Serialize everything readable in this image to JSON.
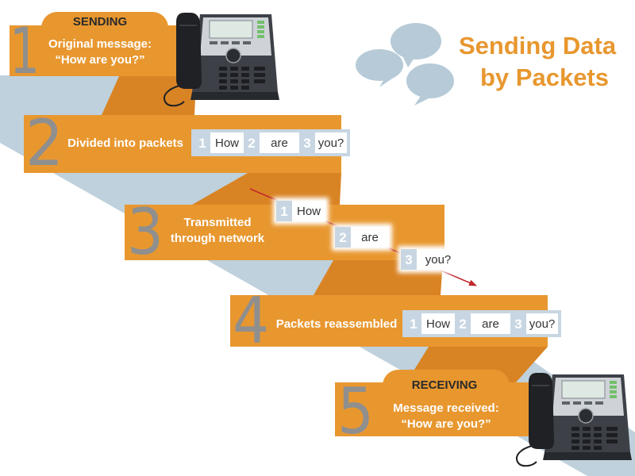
{
  "title": {
    "line1": "Sending Data",
    "line2": "by Packets"
  },
  "colors": {
    "orange": "#e8972f",
    "orange_dark": "#c67722",
    "band": "#bfd1dd",
    "packet_bg": "#c7d6e2",
    "arrow": "#c0272d",
    "cloud": "#b6cad7"
  },
  "steps": [
    {
      "number": "1",
      "tab": "SENDING",
      "lines": [
        "Original message:",
        "“How are you?”"
      ]
    },
    {
      "number": "2",
      "lines": [
        "Divided into packets"
      ]
    },
    {
      "number": "3",
      "lines": [
        "Transmitted",
        "through network"
      ]
    },
    {
      "number": "4",
      "lines": [
        "Packets reassembled"
      ]
    },
    {
      "number": "5",
      "tab": "RECEIVING",
      "lines": [
        "Message received:",
        "“How are you?”"
      ]
    }
  ],
  "packets": [
    {
      "number": "1",
      "word": "How"
    },
    {
      "number": "2",
      "word": "are"
    },
    {
      "number": "3",
      "word": "you?"
    }
  ],
  "icons": {
    "phone": "desk-phone-icon",
    "speech": "speech-bubbles-icon"
  }
}
